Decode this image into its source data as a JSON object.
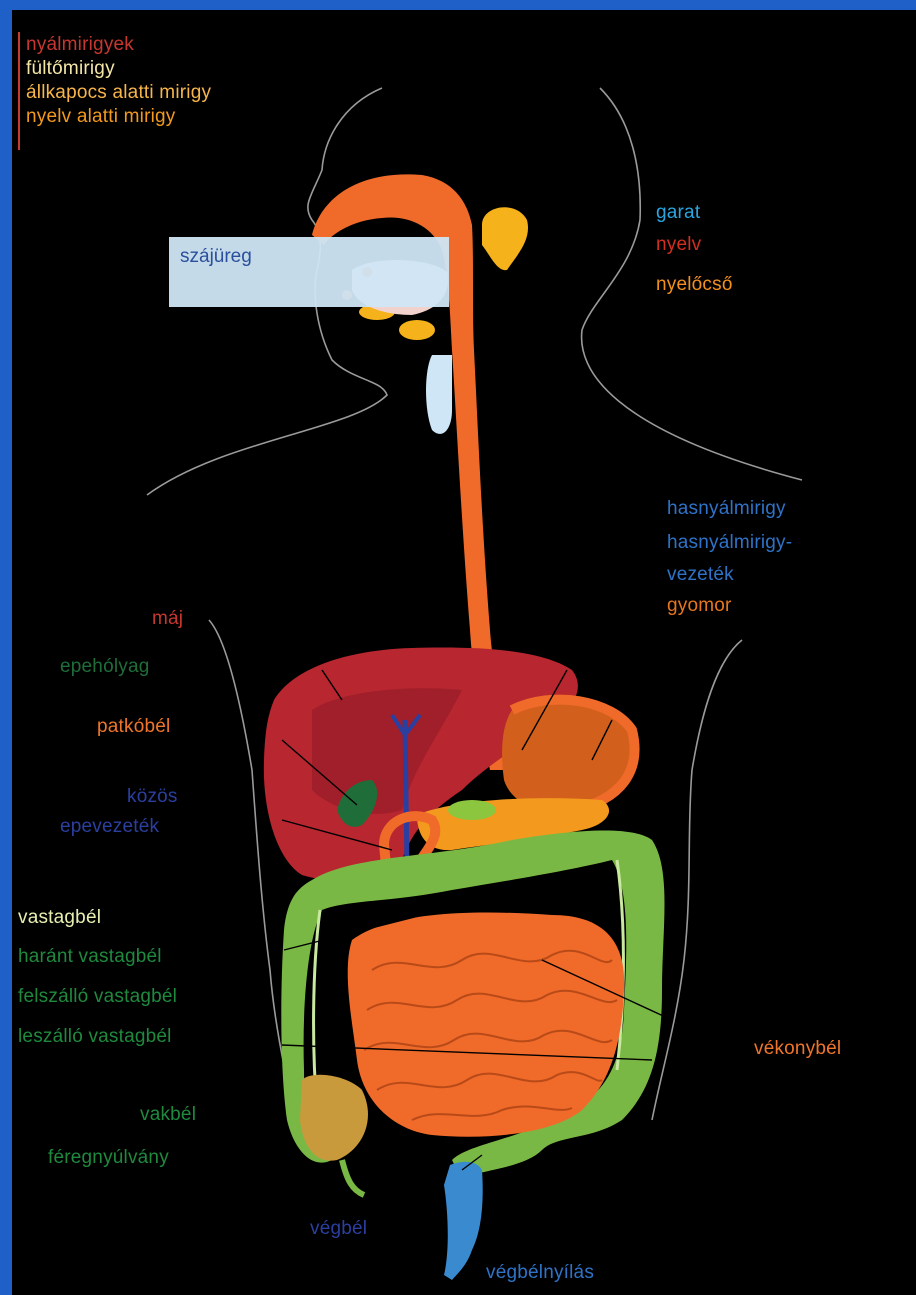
{
  "colors": {
    "background_border": "#1f5fc8",
    "canvas": "#000000",
    "digestive_tract": "#f06a2a",
    "liver": "#b8262f",
    "colon": "#7ab845",
    "salivary_glands": "#f5b21b",
    "gallbladder": "#1f6e3a",
    "bile_duct": "#2b3fa0",
    "pancreas": "#f39a1e",
    "stomach": "#d2601c"
  },
  "labels": {
    "salivary_glands": "nyálmirigyek",
    "parotid": "fültőmirigy",
    "submandibular": "állkapocs alatti mirigy",
    "sublingual": "nyelv alatti mirigy",
    "mouth": "szájüreg",
    "pharynx": "garat",
    "tongue": "nyelv",
    "esophagus": "nyelőcső",
    "pancreas": "hasnyálmirigy",
    "pancreatic_duct_1": "hasnyálmirigy-",
    "pancreatic_duct_2": "vezeték",
    "stomach": "gyomor",
    "liver": "máj",
    "gallbladder": "epehólyag",
    "duodenum": "patkóbél",
    "common_bile_duct_1": "közös",
    "common_bile_duct_2": "epevezeték",
    "colon": "vastagbél",
    "transverse_colon": "haránt vastagbél",
    "ascending_colon": "felszálló vastagbél",
    "descending_colon": "leszálló vastagbél",
    "small_intestine": "vékonybél",
    "cecum": "vakbél",
    "appendix": "féregnyúlvány",
    "rectum": "végbél",
    "anus": "végbélnyílás"
  }
}
